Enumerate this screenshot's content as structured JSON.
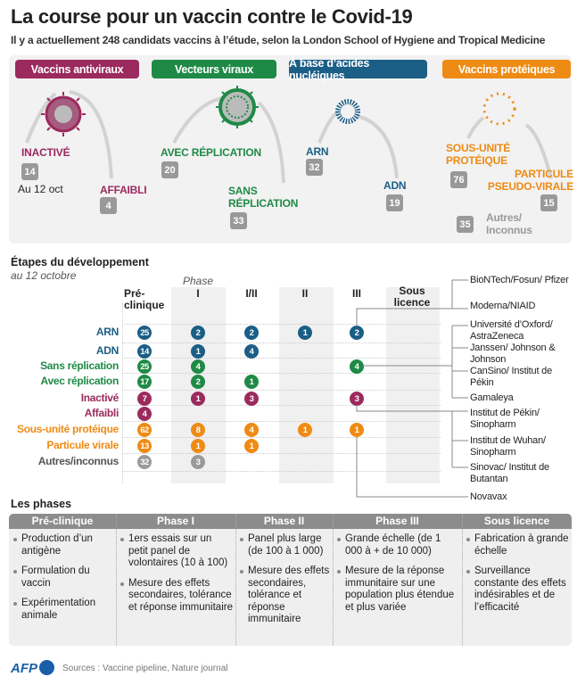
{
  "title": "La course pour un vaccin contre le Covid-19",
  "subtitle": "Il y a actuellement 248 candidats vaccins à l’étude, selon la London School of Hygiene and Tropical Medicine",
  "colors": {
    "antiviral": "#9b2a5e",
    "vecteur": "#1f8a46",
    "nucleique": "#1b5e86",
    "proteique": "#ee8b14",
    "autres": "#9a9a9a"
  },
  "categories": [
    {
      "label": "Vaccins antiviraux",
      "types": [
        {
          "label": "INACTIVÉ",
          "count": "14"
        },
        {
          "label": "AFFAIBLI",
          "count": "4"
        }
      ],
      "note": "Au 12 oct"
    },
    {
      "label": "Vecteurs viraux",
      "types": [
        {
          "label": "AVEC RÉPLICATION",
          "count": "20"
        },
        {
          "label": "SANS RÉPLICATION",
          "count": "33"
        }
      ]
    },
    {
      "label": "À base d’acides nucléiques",
      "types": [
        {
          "label": "ARN",
          "count": "32"
        },
        {
          "label": "ADN",
          "count": "19"
        }
      ]
    },
    {
      "label": "Vaccins protéiques",
      "types": [
        {
          "label": "SOUS-UNITÉ PROTÉIQUE",
          "count": "76"
        },
        {
          "label": "PARTICULE PSEUDO-VIRALE",
          "count": "15"
        },
        {
          "label": "Autres/ Inconnus",
          "count": "35"
        }
      ]
    }
  ],
  "dev": {
    "title": "Étapes du développement",
    "subtitle": "au 12 octobre",
    "phase_label": "Phase",
    "columns": [
      "Pré-clinique",
      "I",
      "I/II",
      "II",
      "III",
      "Sous licence"
    ],
    "rows": [
      {
        "label": "ARN",
        "group": "nucleique",
        "values": [
          "25",
          "2",
          "2",
          "1",
          "2",
          ""
        ]
      },
      {
        "label": "ADN",
        "group": "nucleique",
        "values": [
          "14",
          "1",
          "4",
          "",
          "",
          ""
        ]
      },
      {
        "label": "Sans réplication",
        "group": "vecteur",
        "values": [
          "25",
          "4",
          "",
          "",
          "4",
          ""
        ]
      },
      {
        "label": "Avec réplication",
        "group": "vecteur",
        "values": [
          "17",
          "2",
          "1",
          "",
          "",
          ""
        ]
      },
      {
        "label": "Inactivé",
        "group": "antiviral",
        "values": [
          "7",
          "1",
          "3",
          "",
          "3",
          ""
        ]
      },
      {
        "label": "Affaibli",
        "group": "antiviral",
        "values": [
          "4",
          "",
          "",
          "",
          "",
          ""
        ]
      },
      {
        "label": "Sous-unité protéique",
        "group": "proteique",
        "values": [
          "62",
          "8",
          "4",
          "1",
          "1",
          ""
        ]
      },
      {
        "label": "Particule virale",
        "group": "proteique",
        "values": [
          "13",
          "1",
          "1",
          "",
          "",
          ""
        ]
      },
      {
        "label": "Autres/inconnus",
        "group": "autres",
        "values": [
          "32",
          "3",
          "",
          "",
          "",
          ""
        ]
      }
    ],
    "companies": [
      "BioNTech/Fosun/ Pfizer",
      "Moderna/NIAID",
      "Université d’Oxford/ AstraZeneca",
      "Janssen/ Johnson & Johnson",
      "CanSino/ Institut de Pékin",
      "Gamaleya",
      "Institut de Pékin/ Sinopharm",
      "Institut de Wuhan/ Sinopharm",
      "Sinovac/ Institut de Butantan",
      "Novavax"
    ]
  },
  "phases": {
    "title": "Les phases",
    "columns": [
      {
        "label": "Pré-clinique",
        "items": [
          "Production d’un antigène",
          "Formulation du vaccin",
          "Expérimentation animale"
        ]
      },
      {
        "label": "Phase I",
        "items": [
          "1ers essais sur un petit panel de volontaires (10 à 100)",
          "Mesure des effets secondaires, tolérance et réponse immunitaire"
        ]
      },
      {
        "label": "Phase II",
        "items": [
          "Panel plus large (de 100 à 1 000)",
          "Mesure des effets secondaires, tolérance et réponse immunitaire"
        ]
      },
      {
        "label": "Phase III",
        "items": [
          "Grande échelle (de 1 000 à + de 10 000)",
          "Mesure de la réponse immunitaire sur une population plus étendue et plus variée"
        ]
      },
      {
        "label": "Sous licence",
        "items": [
          "Fabrication à grande échelle",
          "Surveillance constante des effets indésirables et de l’efficacité"
        ]
      }
    ]
  },
  "footer": {
    "logo": "AFP",
    "sources": "Sources : Vaccine pipeline, Nature journal"
  }
}
